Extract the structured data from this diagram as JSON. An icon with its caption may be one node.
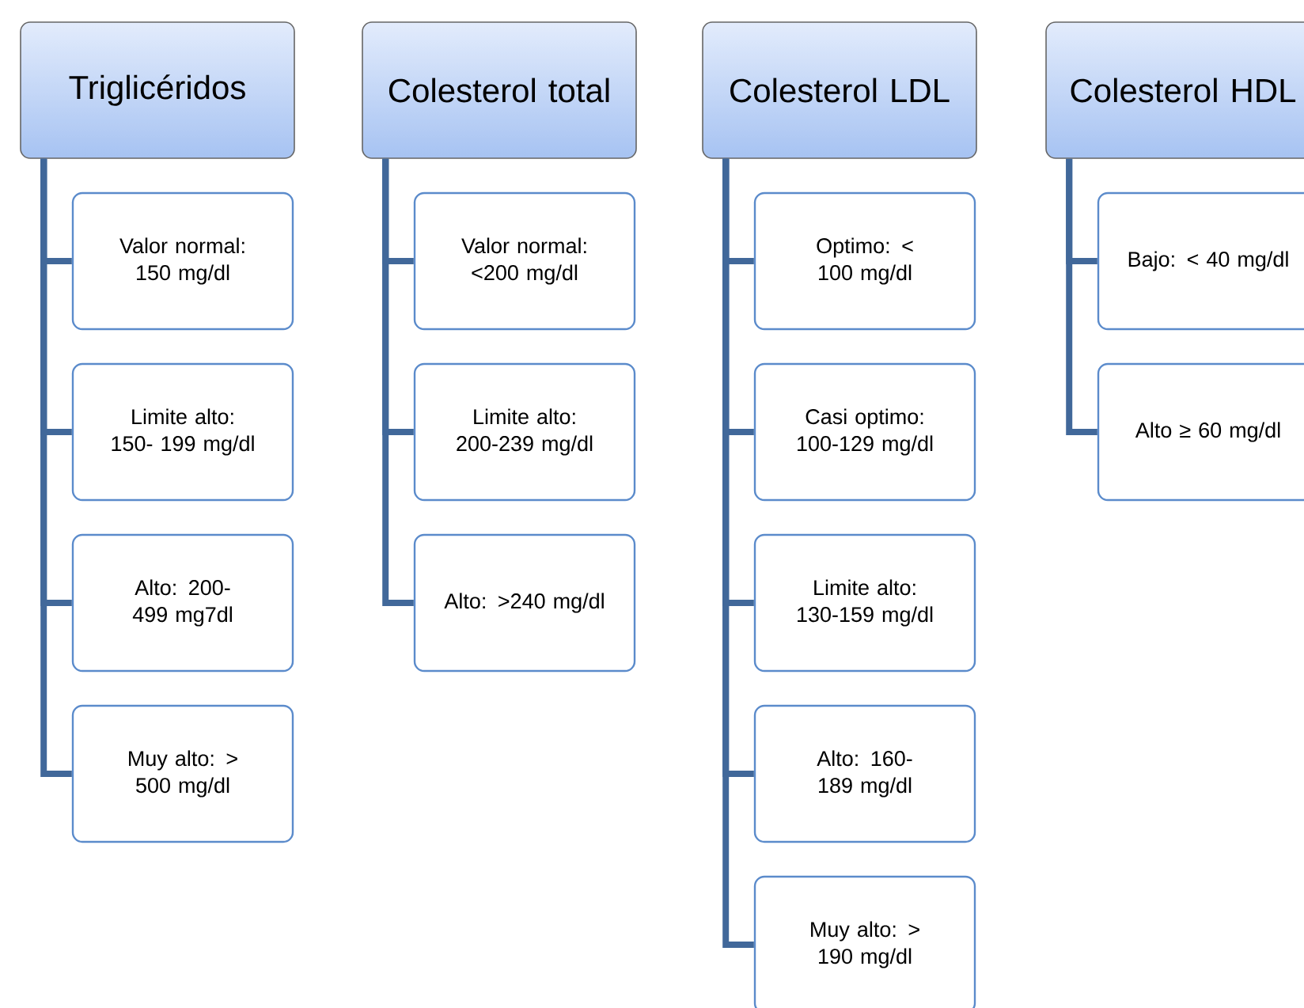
{
  "diagram": {
    "nodes": [
      {
        "text": [
          "Triglicéridos"
        ]
      },
      {
        "text": [
          "Valor normal: 150 mg/dl"
        ]
      },
      {
        "text": [
          "Limite alto: 150- 199 mg/dl"
        ]
      },
      {
        "text": [
          "Alto: 200-499 mg7dl"
        ]
      },
      {
        "text": [
          "Muy alto: > 500 mg/dl"
        ]
      },
      {
        "text": [
          "Colesterol total"
        ]
      },
      {
        "text": [
          "Valor normal: <200 mg/dl"
        ]
      },
      {
        "text": [
          "Limite alto: 200-239 mg/dl"
        ]
      },
      {
        "text": [
          "Alto: >240 mg/dl"
        ]
      },
      {
        "text": [
          "Colesterol LDL"
        ]
      },
      {
        "text": [
          "Optimo: < 100 mg/dl"
        ]
      },
      {
        "text": [
          "Casi optimo: 100-129 mg/dl"
        ]
      },
      {
        "text": [
          "Limite alto: 130-159 mg/dl"
        ]
      },
      {
        "text": [
          "Alto: 160-189 mg/dl"
        ]
      },
      {
        "text": [
          "Muy alto: > 190 mg/dl"
        ]
      },
      {
        "text": [
          "Colesterol HDL"
        ]
      },
      {
        "text": [
          "Bajo: < 40 mg/dl"
        ]
      },
      {
        "text": [
          "Alto ≥ 60 mg/dl"
        ]
      }
    ],
    "edges": [
      {
        "from": 0,
        "to": 1,
        "arrow": "none"
      },
      {
        "from": 0,
        "to": 2,
        "arrow": "none"
      },
      {
        "from": 0,
        "to": 3,
        "arrow": "none"
      },
      {
        "from": 0,
        "to": 4,
        "arrow": "none"
      },
      {
        "from": 5,
        "to": 6,
        "arrow": "none"
      },
      {
        "from": 5,
        "to": 7,
        "arrow": "none"
      },
      {
        "from": 5,
        "to": 8,
        "arrow": "none"
      },
      {
        "from": 9,
        "to": 10,
        "arrow": "none"
      },
      {
        "from": 9,
        "to": 11,
        "arrow": "none"
      },
      {
        "from": 9,
        "to": 12,
        "arrow": "none"
      },
      {
        "from": 9,
        "to": 13,
        "arrow": "none"
      },
      {
        "from": 9,
        "to": 14,
        "arrow": "none"
      },
      {
        "from": 15,
        "to": 16,
        "arrow": "none"
      },
      {
        "from": 15,
        "to": 17,
        "arrow": "none"
      }
    ]
  }
}
